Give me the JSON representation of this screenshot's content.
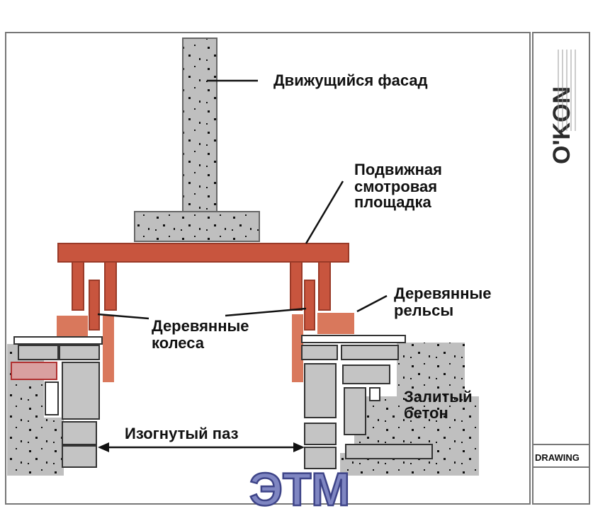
{
  "labels": {
    "moving_facade": "Движущийся фасад",
    "platform_line1": "Подвижная",
    "platform_line2": "смотровая",
    "platform_line3": "площадка",
    "rails_line1": "Деревянные",
    "rails_line2": "рельсы",
    "wheels_line1": "Деревянные",
    "wheels_line2": "колеса",
    "concrete_line1": "Залитый",
    "concrete_line2": "бетон",
    "groove": "Изогнутый паз"
  },
  "title_block": {
    "logo": "O'KON",
    "drawing": "DRAWING"
  },
  "watermark": "ЭТМ",
  "colors": {
    "wood": "#c8553e",
    "wood_light": "#d9785c",
    "wood_stroke": "#9a3a28",
    "concrete": "#bfbfbf",
    "block": "#c4c4c4",
    "watermark_fill": "#7f86c2",
    "watermark_stroke": "#3e4488"
  }
}
